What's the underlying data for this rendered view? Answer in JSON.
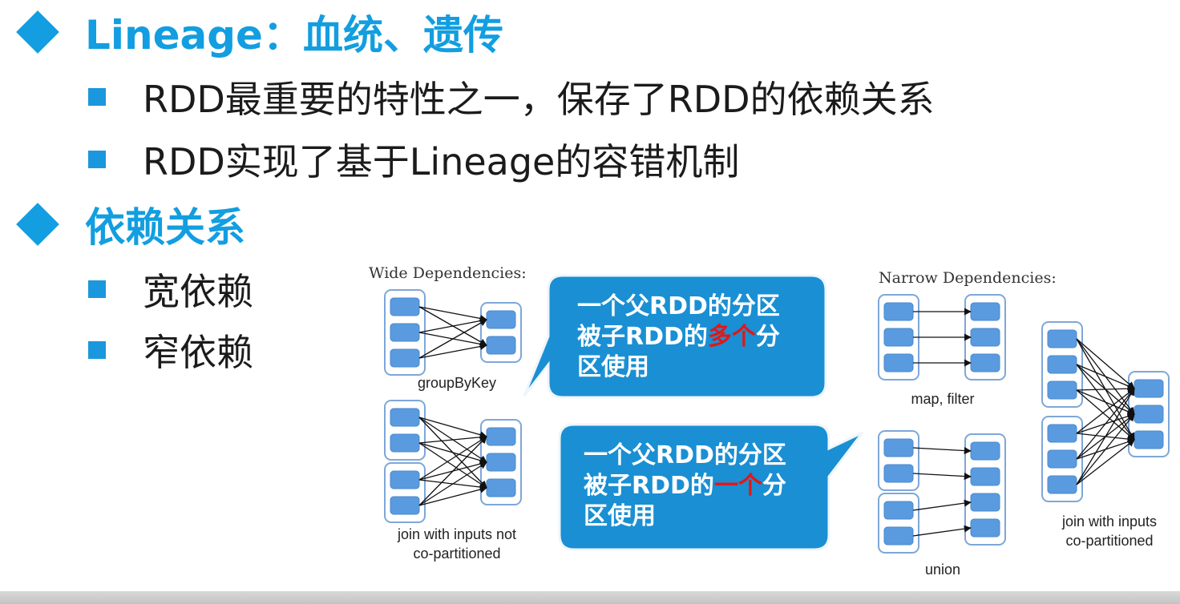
{
  "heading1": "Lineage：血统、遗传",
  "bullets1": [
    "RDD最重要的特性之一，保存了RDD的依赖关系",
    "RDD实现了基于Lineage的容错机制"
  ],
  "heading2": "依赖关系",
  "bullets2": [
    "宽依赖",
    "窄依赖"
  ],
  "diagram": {
    "wide_title": "Wide Dependencies:",
    "narrow_title": "Narrow Dependencies:",
    "groupbykey": "groupByKey",
    "join_not_1": "join with inputs not",
    "join_not_2": "co-partitioned",
    "map_filter": "map, filter",
    "union": "union",
    "join_co_1": "join with inputs",
    "join_co_2": "co-partitioned"
  },
  "bubble_wide": {
    "line1": "一个父RDD的分区",
    "line2_pre": "被子RDD的",
    "line2_red": "多个",
    "line2_post": "分",
    "line3": "区使用"
  },
  "bubble_narrow": {
    "line1": "一个父RDD的分区",
    "line2_pre": "被子RDD的",
    "line2_red": "一个",
    "line2_post": "分",
    "line3": "区使用"
  },
  "colors": {
    "heading": "#129ee0",
    "bubble": "#1a8fd3",
    "partition_fill": "#5a9be0",
    "rdd_border": "#7ea7d8",
    "highlight": "#e01818"
  }
}
